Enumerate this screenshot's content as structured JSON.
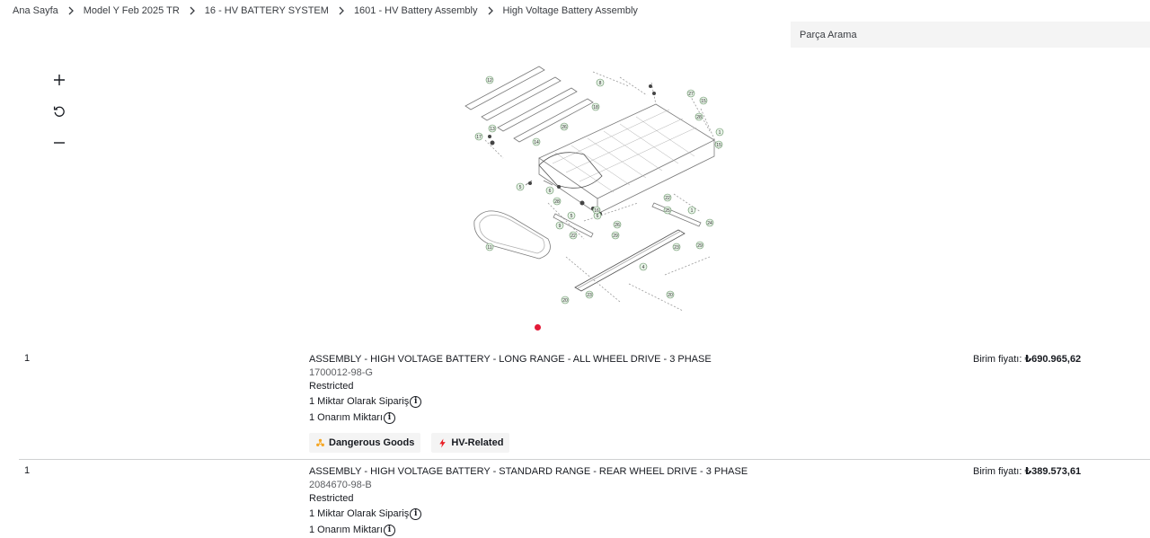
{
  "breadcrumb": {
    "items": [
      "Ana Sayfa",
      "Model Y Feb 2025 TR",
      "16 - HV BATTERY SYSTEM",
      "1601 - HV Battery Assembly",
      "High Voltage Battery Assembly"
    ]
  },
  "search": {
    "placeholder": "Parça Arama"
  },
  "zoom": {
    "in_icon": "plus-icon",
    "reset_icon": "refresh-icon",
    "out_icon": "minus-icon"
  },
  "diagram": {
    "callouts": [
      "1",
      "4",
      "5",
      "6",
      "8",
      "9",
      "11",
      "12",
      "13",
      "14",
      "15",
      "16",
      "17",
      "18",
      "19",
      "20",
      "21",
      "22",
      "23",
      "24",
      "25",
      "26",
      "27",
      "28",
      "29"
    ]
  },
  "colors": {
    "accent_dot": "#e31937",
    "warning": "#f5a623",
    "hv": "#e82127"
  },
  "parts": [
    {
      "qty": "1",
      "name": "ASSEMBLY - HIGH VOLTAGE BATTERY - LONG RANGE - ALL WHEEL DRIVE - 3 PHASE",
      "part_number": "1700012-98-G",
      "restriction": "Restricted",
      "order_qty": "1 Miktar Olarak Sipariş",
      "repair_qty": "1 Onarım Miktarı",
      "price_label": "Birim fiyatı:",
      "price": "₺690.965,62",
      "badges": [
        "Dangerous Goods",
        "HV-Related"
      ]
    },
    {
      "qty": "1",
      "name": "ASSEMBLY - HIGH VOLTAGE BATTERY - STANDARD RANGE - REAR WHEEL DRIVE - 3 PHASE",
      "part_number": "2084670-98-B",
      "restriction": "Restricted",
      "order_qty": "1 Miktar Olarak Sipariş",
      "repair_qty": "1 Onarım Miktarı",
      "price_label": "Birim fiyatı:",
      "price": "₺389.573,61"
    }
  ]
}
